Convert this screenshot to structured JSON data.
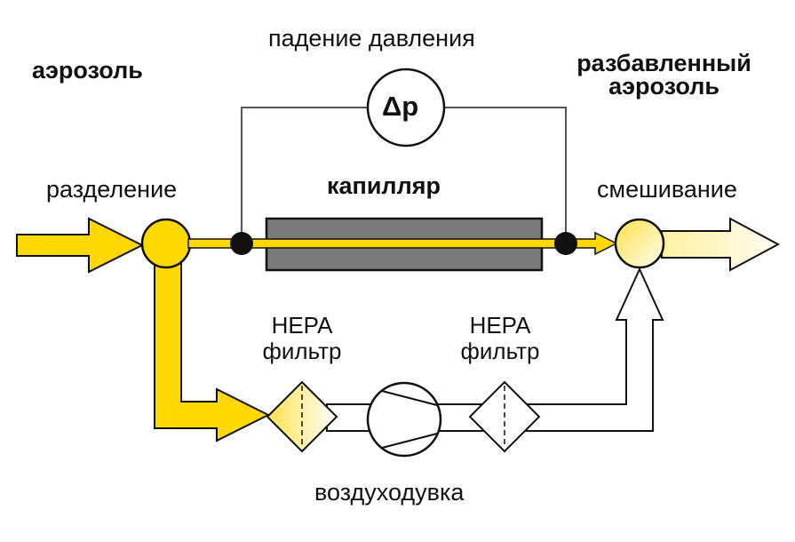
{
  "labels": {
    "aerosol": "аэрозоль",
    "pressure_drop": "падение давления",
    "diluted_line1": "разбавленный",
    "diluted_line2": "аэрозоль",
    "split": "разделение",
    "capillary": "капилляр",
    "mixing": "смешивание",
    "hepa_left_line1": "HEPA",
    "hepa_left_line2": "фильтр",
    "hepa_right_line1": "HEPA",
    "hepa_right_line2": "фильтр",
    "blower": "воздуходувка",
    "delta_p": "Δp"
  },
  "colors": {
    "aerosol_yellow": "#ffd800",
    "capillary_gray": "#7a7a7a",
    "outline": "#111111",
    "text": "#111111"
  }
}
